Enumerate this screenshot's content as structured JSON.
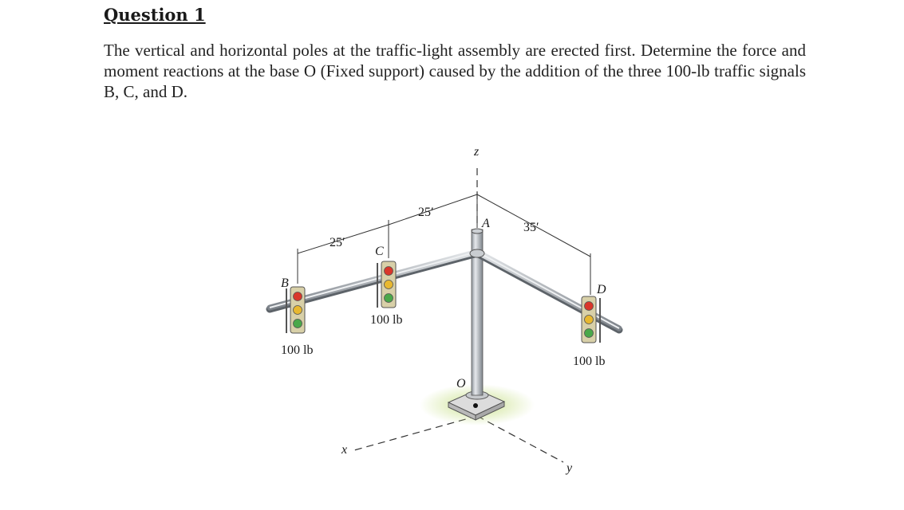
{
  "question": {
    "heading": "Question 1",
    "body": "The vertical and horizontal poles at the traffic-light assembly are erected first. Determine the force and moment reactions at the base O (Fixed support) caused by the addition of the three 100-lb traffic signals B, C, and D."
  },
  "figure": {
    "axis_z": "z",
    "axis_x": "x",
    "axis_y": "y",
    "point_A": "A",
    "point_O": "O",
    "point_B": "B",
    "point_C": "C",
    "point_D": "D",
    "dim_AC": "25′",
    "dim_CB": "25′",
    "dim_AD": "35′",
    "load_B": "100 lb",
    "load_C": "100 lb",
    "load_D": "100 lb",
    "colors": {
      "pole": "#b4b9bf",
      "ground_glow": "#c9e08a",
      "signal_housing": "#d8d0a8",
      "lamp_red": "#d9372b",
      "lamp_amber": "#e8b830",
      "lamp_green": "#4aa84a"
    }
  }
}
